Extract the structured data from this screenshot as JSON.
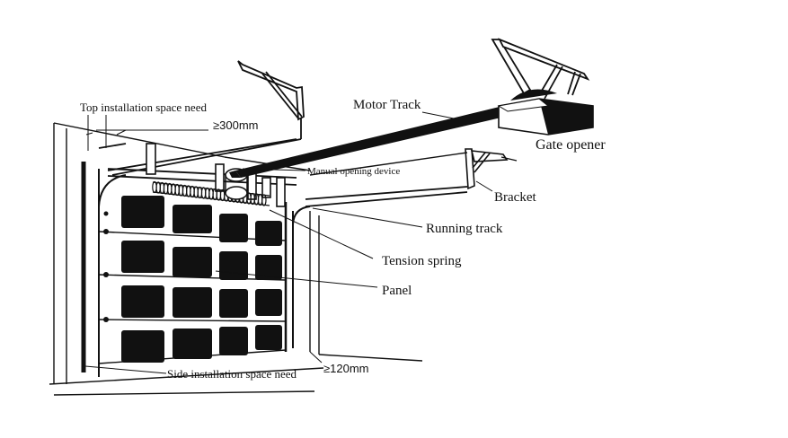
{
  "labels": {
    "top_space": "Top installation space need",
    "top_dim": "≥300mm",
    "motor_track": "Motor Track",
    "gate_opener": "Gate opener",
    "manual_device": "Manual opening device",
    "bracket": "Bracket",
    "running_track": "Running track",
    "tension_spring": "Tension spring",
    "panel": "Panel",
    "side_space": "Side installation space need",
    "side_dim": "≥120mm"
  },
  "colors": {
    "line": "#111111",
    "panel_window": "#111111",
    "background": "#ffffff"
  }
}
